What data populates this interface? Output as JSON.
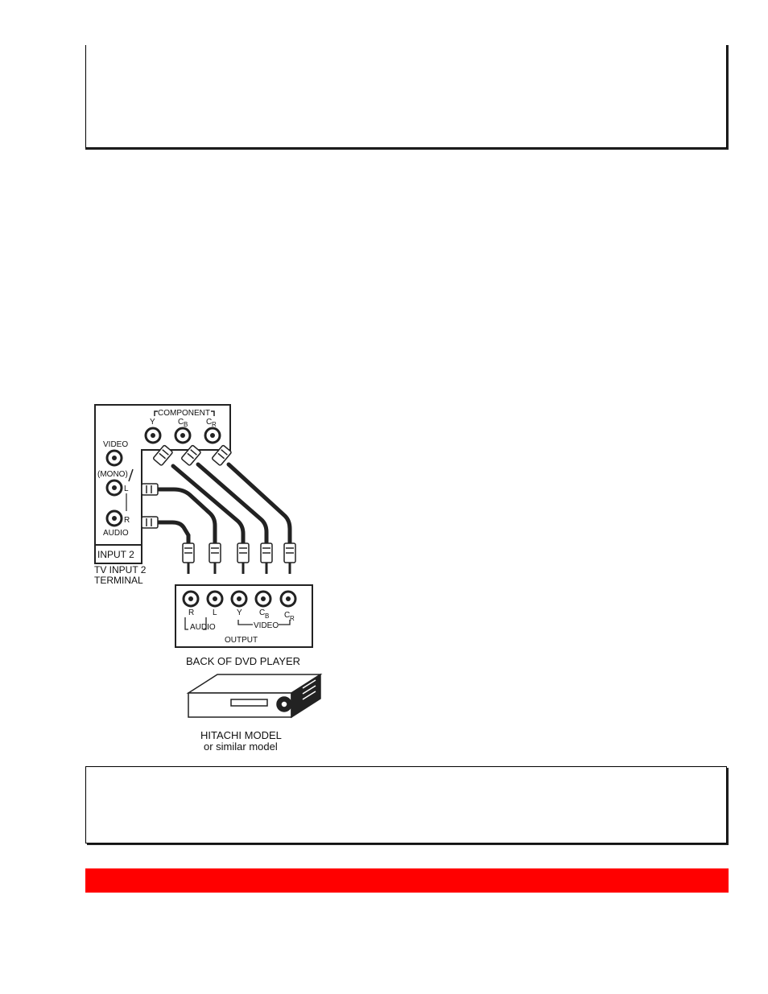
{
  "diagram": {
    "tv_panel": {
      "group_label": "COMPONENT",
      "jack_labels": {
        "y": "Y",
        "cb_main": "C",
        "cb_sub": "B",
        "cr_main": "C",
        "cr_sub": "R"
      },
      "video_label": "VIDEO",
      "mono_label": "(MONO)",
      "l_label": "L",
      "r_label": "R",
      "audio_label": "AUDIO",
      "input_label": "INPUT 2"
    },
    "tv_caption_line1": "TV INPUT 2",
    "tv_caption_line2": "TERMINAL",
    "dvd_panel": {
      "jack_labels": {
        "r": "R",
        "l": "L",
        "y": "Y",
        "cb_main": "C",
        "cb_sub": "B",
        "cr_main": "C",
        "cr_sub": "R"
      },
      "audio_label": "AUDIO",
      "video_label": "VIDEO",
      "output_label": "OUTPUT"
    },
    "dvd_caption": "BACK OF DVD PLAYER",
    "model_caption_line1": "HITACHI MODEL",
    "model_caption_line2": "or similar model"
  }
}
